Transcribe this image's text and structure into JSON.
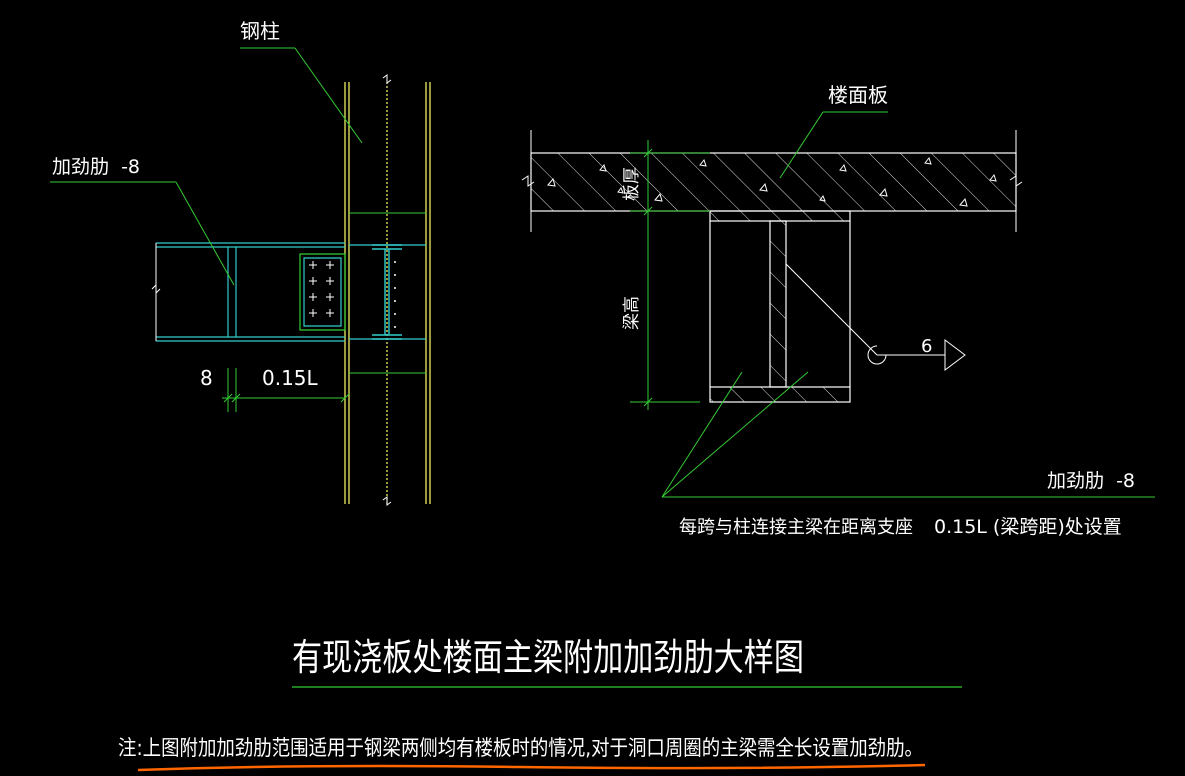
{
  "labels": {
    "steel_column": "钢柱",
    "stiffener_left": "加劲肋  -8",
    "dim_8": "8",
    "dim_015l": "0.15L",
    "floor_slab": "楼面板",
    "slab_thickness": "板厚",
    "beam_height": "梁高",
    "weld_size": "6",
    "stiffener_right": "加劲肋  -8",
    "note_span_a": "每跨与柱连接主梁在距离支座",
    "note_span_b": "0.15L (梁跨距)处设置",
    "title": "有现浇板处楼面主梁附加加劲肋大样图",
    "note": "注:上图附加加劲肋范围适用于钢梁两侧均有楼板时的情况,对于洞口周圈的主梁需全长设置加劲肋。"
  },
  "colors": {
    "background": "#000000",
    "column": "#ffff66",
    "beam": "#33cccc",
    "dimension": "#33cc33",
    "text": "#ffffff",
    "underline": "#ff6600"
  }
}
